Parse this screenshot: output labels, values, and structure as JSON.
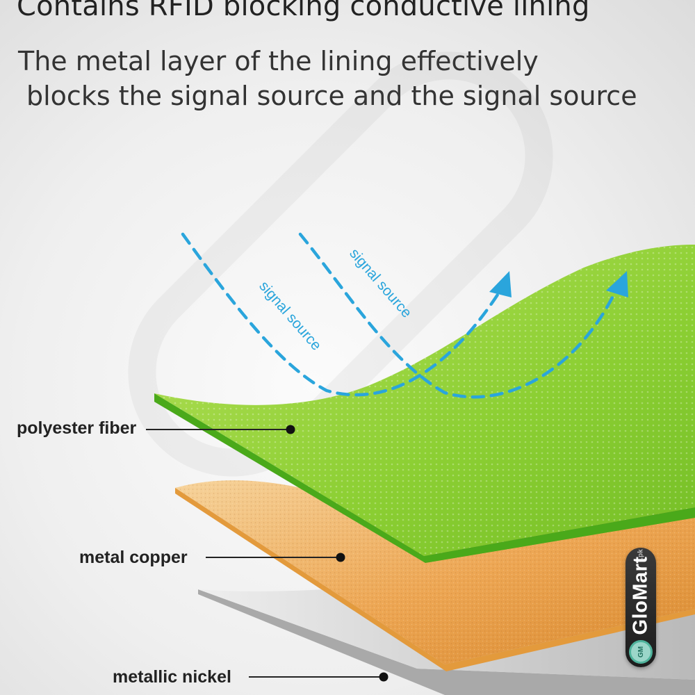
{
  "title": "Contains RFID blocking conductive lining",
  "subtitle_line1": "The metal layer of the lining effectively",
  "subtitle_line2": "blocks the signal source and the signal source",
  "signal_label_1": "signal source",
  "signal_label_2": "signal source",
  "layers": [
    {
      "name": "polyester fiber",
      "color": "#8ccf33"
    },
    {
      "name": "metal copper",
      "color": "#f0a54b"
    },
    {
      "name": "metallic nickel",
      "color": "#c8c8c8"
    }
  ],
  "signal_color": "#2aa5dc",
  "badge": {
    "brand": "GloMart",
    "tld": ".pk",
    "mark": "GM"
  }
}
